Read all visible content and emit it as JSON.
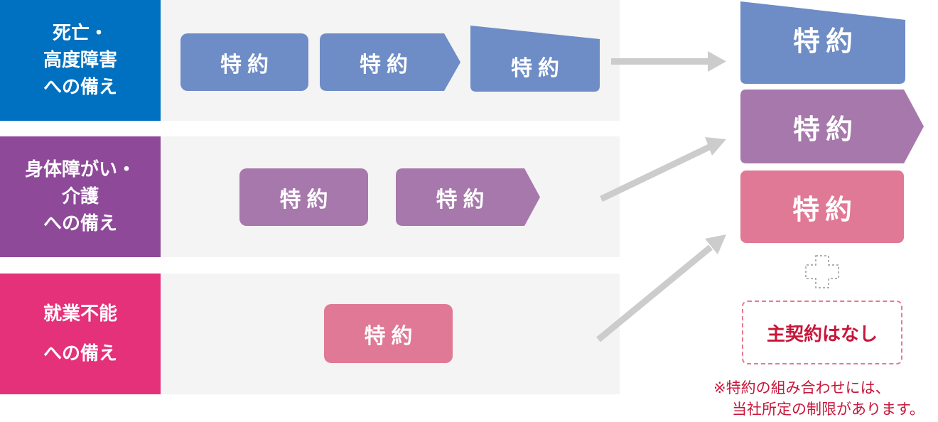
{
  "colors": {
    "blue": "#0070c0",
    "purple": "#8e4a99",
    "pink": "#e5307a",
    "rider_blue": "#6e8cc6",
    "rider_purple": "#a778ac",
    "rider_pink": "#e07995",
    "row_bg": "#f4f4f4",
    "note_red": "#c8163a"
  },
  "categories": [
    {
      "id": "death",
      "lines": [
        "死亡・",
        "高度障害",
        "への備え"
      ]
    },
    {
      "id": "disability",
      "lines": [
        "身体障がい・",
        "介護",
        "への備え"
      ]
    },
    {
      "id": "work",
      "lines": [
        "就業不能",
        "への備え"
      ]
    }
  ],
  "rider_label": "特約",
  "rows": [
    {
      "category": "death",
      "riders": [
        "特約",
        "特約",
        "特約"
      ]
    },
    {
      "category": "disability",
      "riders": [
        "特約",
        "特約"
      ]
    },
    {
      "category": "work",
      "riders": [
        "特約"
      ]
    }
  ],
  "result": {
    "riders": [
      "特約",
      "特約",
      "特約"
    ],
    "plus_icon": "dashed-plus-icon",
    "no_main_contract": "主契約はなし"
  },
  "note": [
    "※特約の組み合わせには、",
    "当社所定の制限があります。"
  ]
}
